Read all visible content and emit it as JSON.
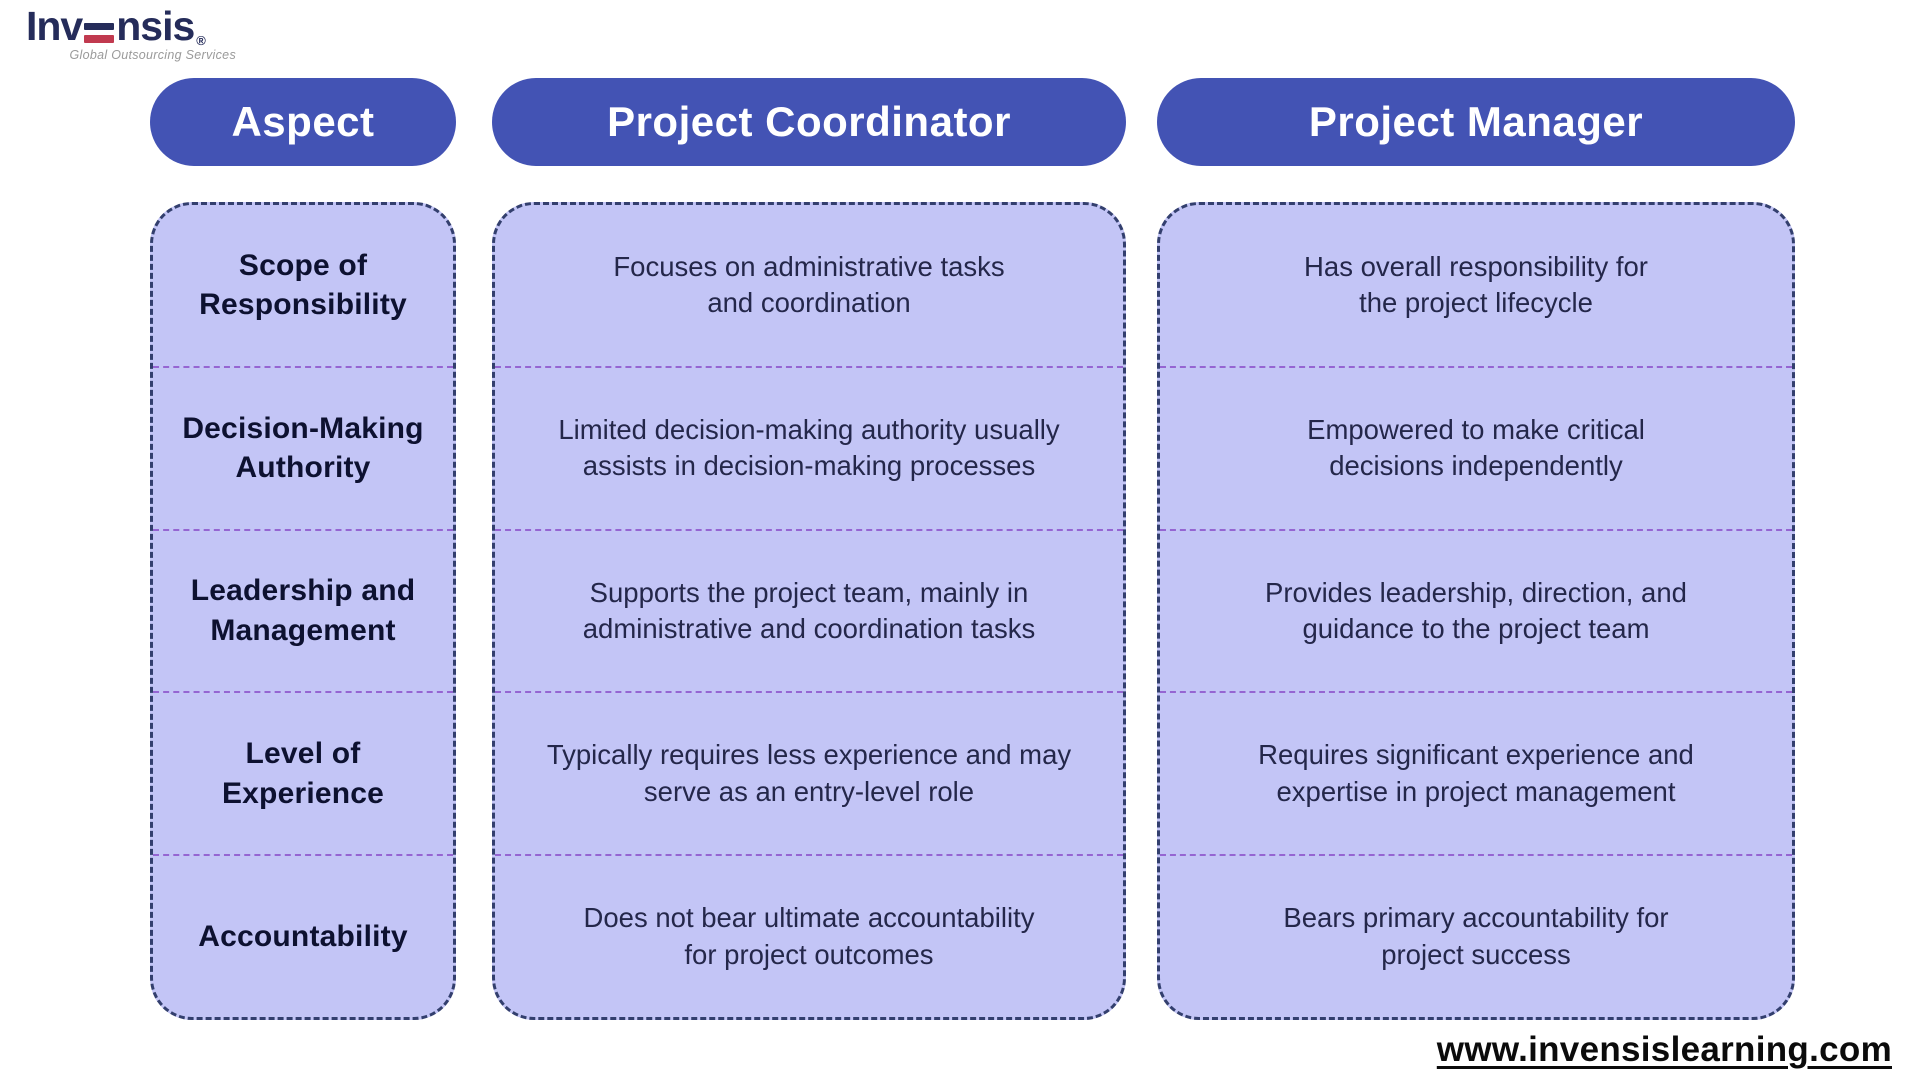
{
  "logo": {
    "text_pre": "Inv",
    "text_post": "nsis",
    "registered": "®",
    "tagline": "Global Outsourcing Services"
  },
  "header": {
    "aspect_label": "Aspect",
    "coordinator_label": "Project Coordinator",
    "manager_label": "Project Manager"
  },
  "table": {
    "rows": [
      {
        "aspect": "Scope of\nResponsibility",
        "coordinator": "Focuses on administrative tasks\nand coordination",
        "manager": "Has overall responsibility for\nthe project lifecycle"
      },
      {
        "aspect": "Decision-Making\nAuthority",
        "coordinator": "Limited decision-making authority usually\nassists in decision-making processes",
        "manager": "Empowered to make critical\ndecisions independently"
      },
      {
        "aspect": "Leadership and\nManagement",
        "coordinator": "Supports the project team, mainly in\nadministrative and coordination tasks",
        "manager": "Provides leadership, direction, and\nguidance to the project team"
      },
      {
        "aspect": "Level of\nExperience",
        "coordinator": "Typically requires less experience and may\nserve as an entry-level role",
        "manager": "Requires significant experience and\nexpertise in project management"
      },
      {
        "aspect": "Accountability",
        "coordinator": "Does not bear ultimate accountability\nfor project outcomes",
        "manager": "Bears primary accountability for\nproject success"
      }
    ]
  },
  "footer": {
    "website": "www.invensislearning.com"
  },
  "colors": {
    "pill_blue": "#4353b4",
    "cell_lavender": "#c3c5f6",
    "outer_border_navy": "#333f6e",
    "row_divider_purple": "#9565d2",
    "logo_navy": "#252c5a",
    "logo_red": "#c13a4f"
  }
}
